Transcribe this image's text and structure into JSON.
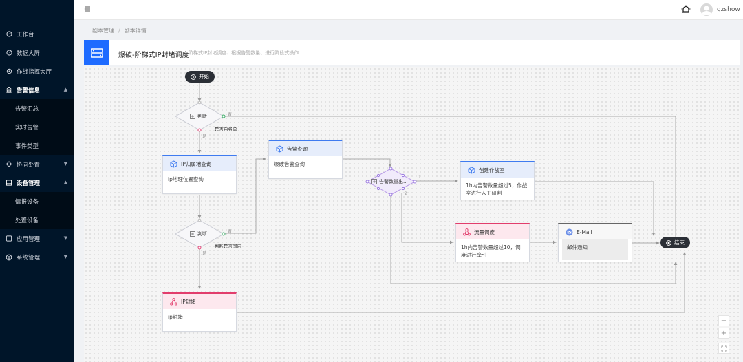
{
  "sidebar": {
    "items": [
      {
        "label": "工作台"
      },
      {
        "label": "数据大屏"
      },
      {
        "label": "作战指挥大厅"
      },
      {
        "label": "告警信息"
      },
      {
        "label": "告警汇总"
      },
      {
        "label": "实时告警"
      },
      {
        "label": "事件类型"
      },
      {
        "label": "协同处置"
      },
      {
        "label": "设备管理"
      },
      {
        "label": "情报设备"
      },
      {
        "label": "处置设备"
      },
      {
        "label": "应用管理"
      },
      {
        "label": "系统管理"
      }
    ]
  },
  "topbar": {
    "username": "gzshow"
  },
  "breadcrumb": {
    "parent": "剧本管理",
    "sep": "/",
    "current": "剧本详情"
  },
  "header": {
    "title": "爆破-阶梯式IP封堵调度",
    "description": "阶梯式IP封堵调度、根据告警数量、进行阶段式操作"
  },
  "flow": {
    "start": "开始",
    "end": "结束",
    "judge1": "判断",
    "judge1_label": "是否白名单",
    "judge2": "判断",
    "judge2_label": "判断是否国内",
    "port_no": "否",
    "port_yes": "是",
    "ip_geo": {
      "title": "IP归属地查询",
      "body": "ip地理位置查询"
    },
    "alarm_query": {
      "title": "告警查询",
      "body": "爆破告警查询"
    },
    "alarm_count": "告警数量出...",
    "port_1": "1",
    "port_2": "2",
    "war_room": {
      "title": "创建作战室",
      "body": "1h内告警数量超过5，作战室进行人工研判"
    },
    "traffic": {
      "title": "流量调度",
      "body": "1h内告警数量超过10，调度进行牵引"
    },
    "email": {
      "title": "E-Mail",
      "body": "邮件通知"
    },
    "ip_block": {
      "title": "IP封堵",
      "body": "ip封堵"
    }
  },
  "zoom": {
    "minus": "−",
    "plus": "+"
  },
  "colors": {
    "accent": "#1e6bff",
    "sidebar": "#001529",
    "blue_node": "#3f7bf0",
    "red_node": "#e23d6c"
  }
}
